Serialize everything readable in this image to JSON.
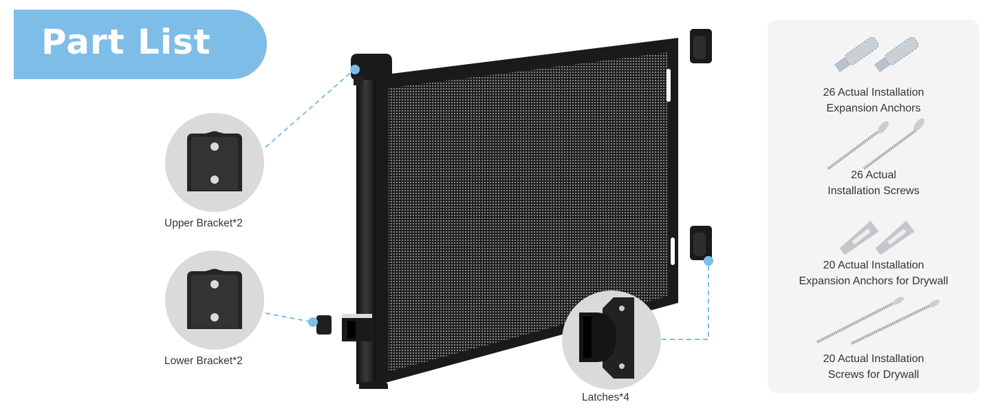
{
  "header": {
    "title": "Part List"
  },
  "callouts": {
    "upper_bracket": {
      "label": "Upper Bracket*2"
    },
    "lower_bracket": {
      "label": "Lower Bracket*2"
    },
    "latches": {
      "label": "Latches*4"
    }
  },
  "hardware": {
    "items": [
      {
        "line1": "26 Actual Installation",
        "line2": "Expansion Anchors"
      },
      {
        "line1": "26 Actual",
        "line2": "Installation Screws"
      },
      {
        "line1": "20 Actual Installation",
        "line2": "Expansion Anchors for Drywall"
      },
      {
        "line1": "20 Actual Installation",
        "line2": "Screws for Drywall"
      }
    ]
  },
  "colors": {
    "accent": "#7dbde8",
    "circle_bg": "#dadada",
    "panel_bg": "#f4f4f4",
    "gate_mesh": "#2b2b2b"
  }
}
